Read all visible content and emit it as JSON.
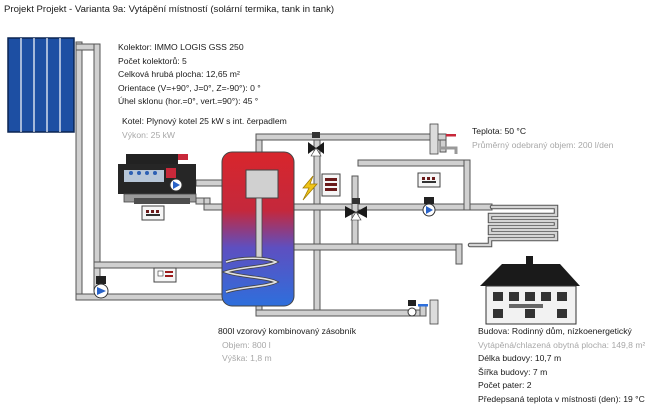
{
  "title": "Projekt Projekt - Varianta 9a: Vytápění místností (solární termika, tank in tank)",
  "collector": {
    "name": "Kolektor: IMMO LOGIS GSS 250",
    "count": "Počet kolektorů: 5",
    "area": "Celková hrubá plocha: 12,65 m²",
    "orientation": "Orientace (V=+90°, J=0°, Z=-90°): 0 °",
    "tilt": "Úhel sklonu (hor.=0°, vert.=90°): 45 °"
  },
  "boiler": {
    "name": "Kotel: Plynový kotel 25 kW s int. čerpadlem",
    "power": "Výkon: 25 kW"
  },
  "dhw": {
    "temperature": "Teplota: 50 °C",
    "draw": "Průměrný odebraný objem: 200 l/den"
  },
  "tank": {
    "name": "800l vzorový kombinovaný zásobník",
    "volume": "Objem: 800 l",
    "height": "Výška: 1,8 m"
  },
  "building": {
    "name": "Budova: Rodinný dům, nízkoenergetický",
    "heated_area": "Vytápěná/chlazená obytná plocha: 149,8 m²",
    "length": "Délka budovy: 10,7 m",
    "width": "Šířka budovy: 7 m",
    "floors": "Počet pater: 2",
    "room_temp": "Předepsaná teplota v místnosti (den): 19 °C"
  },
  "colors": {
    "pipe": "#c9c9c9",
    "pipe_edge": "#555555",
    "collector": "#1d4fa3",
    "tank_hot": "#d8262c",
    "tank_cold": "#2e6fdc",
    "pump": "#2a63c8"
  }
}
